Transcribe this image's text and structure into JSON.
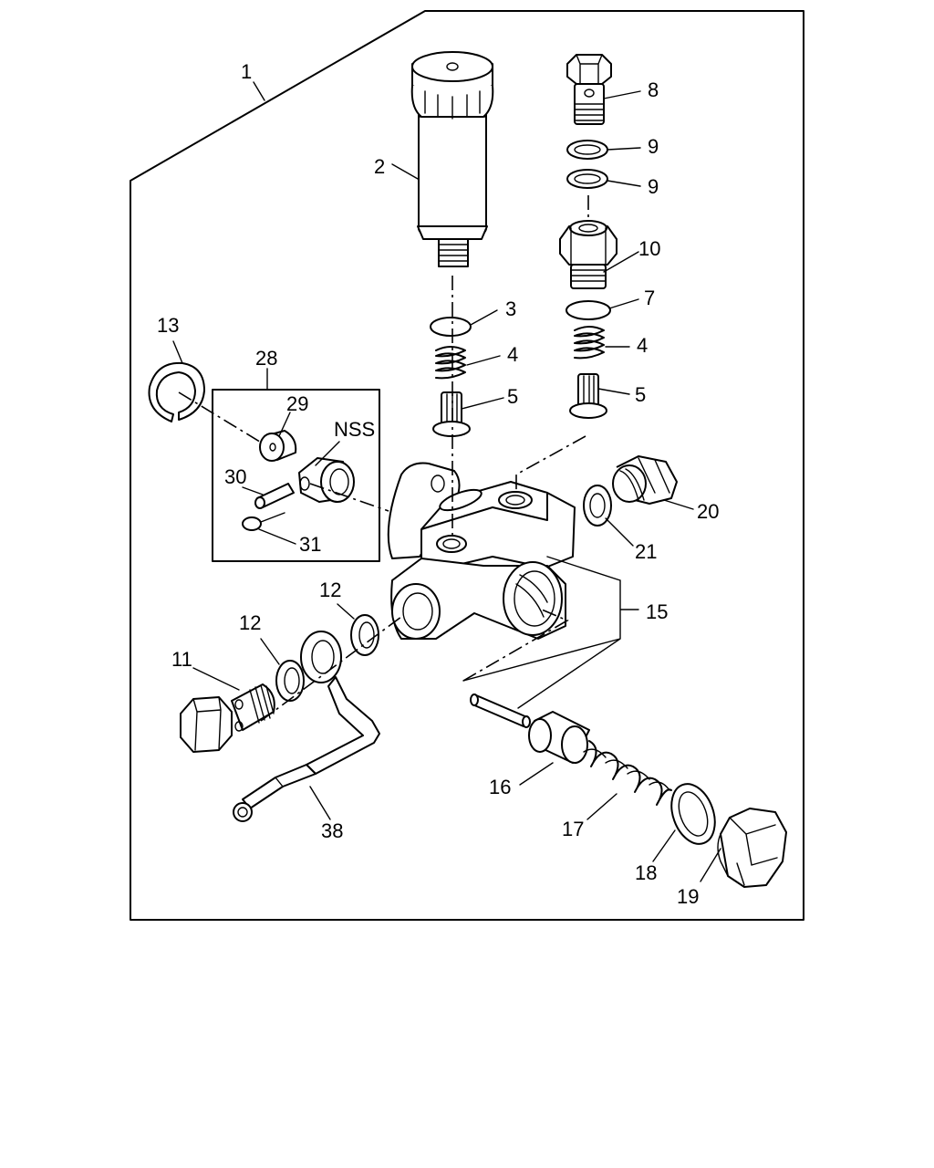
{
  "callouts": {
    "c1": "1",
    "c2": "2",
    "c3": "3",
    "c4a": "4",
    "c4b": "4",
    "c5a": "5",
    "c5b": "5",
    "c7": "7",
    "c8": "8",
    "c9a": "9",
    "c9b": "9",
    "c10": "10",
    "c11": "11",
    "c12a": "12",
    "c12b": "12",
    "c13": "13",
    "c15": "15",
    "c16": "16",
    "c17": "17",
    "c18": "18",
    "c19": "19",
    "c20": "20",
    "c21": "21",
    "c28": "28",
    "c29": "29",
    "c30": "30",
    "c31": "31",
    "c38": "38",
    "nss": "NSS"
  }
}
